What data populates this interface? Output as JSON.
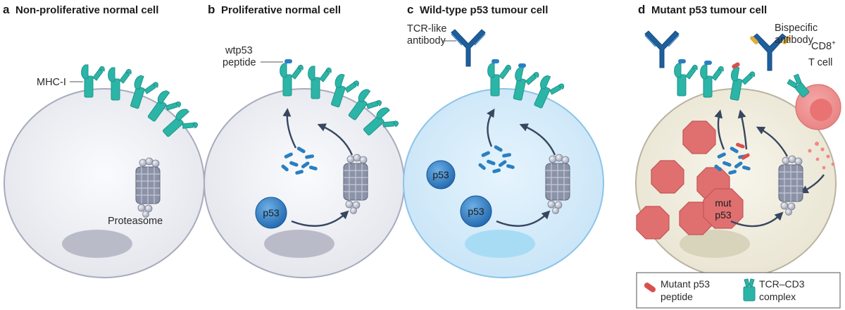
{
  "panels": [
    {
      "letter": "a",
      "title": "Non-proliferative normal cell"
    },
    {
      "letter": "b",
      "title": "Proliferative normal cell"
    },
    {
      "letter": "c",
      "title": "Wild-type p53 tumour cell"
    },
    {
      "letter": "d",
      "title": "Mutant p53 tumour cell"
    }
  ],
  "labels": {
    "mhc": "MHC-I",
    "proteasome": "Proteasome",
    "wtp53_line1": "wtp53",
    "wtp53_line2": "peptide",
    "p53": "p53",
    "tcr_line1": "TCR-like",
    "tcr_line2": "antibody",
    "bispecific_line1": "Bispecific",
    "bispecific_line2": "antibody",
    "cd8_main": "CD8",
    "cd8_sup": "+",
    "tcell": "T cell",
    "mut_line1": "mut",
    "mut_line2": "p53"
  },
  "legend": {
    "mutant_line1": "Mutant p53",
    "mutant_line2": "peptide",
    "tcr_line1": "TCR–CD3",
    "tcr_line2": "complex"
  },
  "colors": {
    "mhc": "#2bb5a7",
    "peptide": "#2a7fc1",
    "p53": "#2d79c4",
    "antibody": "#1e5f9c",
    "mutant": "#d94f4f",
    "cell_grey": "#eeeff3",
    "cell_blue": "#d5ecfa",
    "cell_beige": "#f1eee2"
  },
  "icons": [
    "mhc-i-icon",
    "proteasome-icon",
    "peptide-fragments-icon",
    "antibody-icon",
    "t-cell-icon",
    "arrow-icon"
  ]
}
